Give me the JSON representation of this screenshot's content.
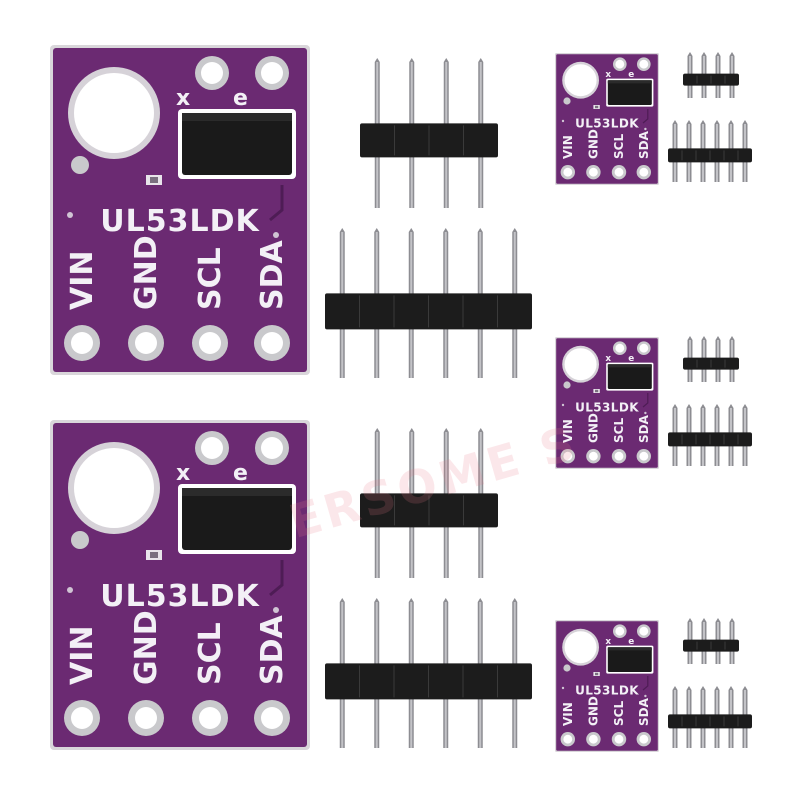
{
  "product": {
    "board_label": "UL53LDK",
    "pin_labels": [
      "VIN",
      "GND",
      "SCL",
      "SDA"
    ],
    "marking_x": "X",
    "marking_e": "e",
    "watermark": "ERSOME S"
  },
  "colors": {
    "pcb": "#6b2a72",
    "pcb_dark": "#4e1c55",
    "silkscreen": "#f3f0f6",
    "sensor": "#1a1a1a",
    "pad": "#c9c9cc",
    "header_plastic": "#1c1c1c",
    "pin_metal": "#8d8d92"
  }
}
